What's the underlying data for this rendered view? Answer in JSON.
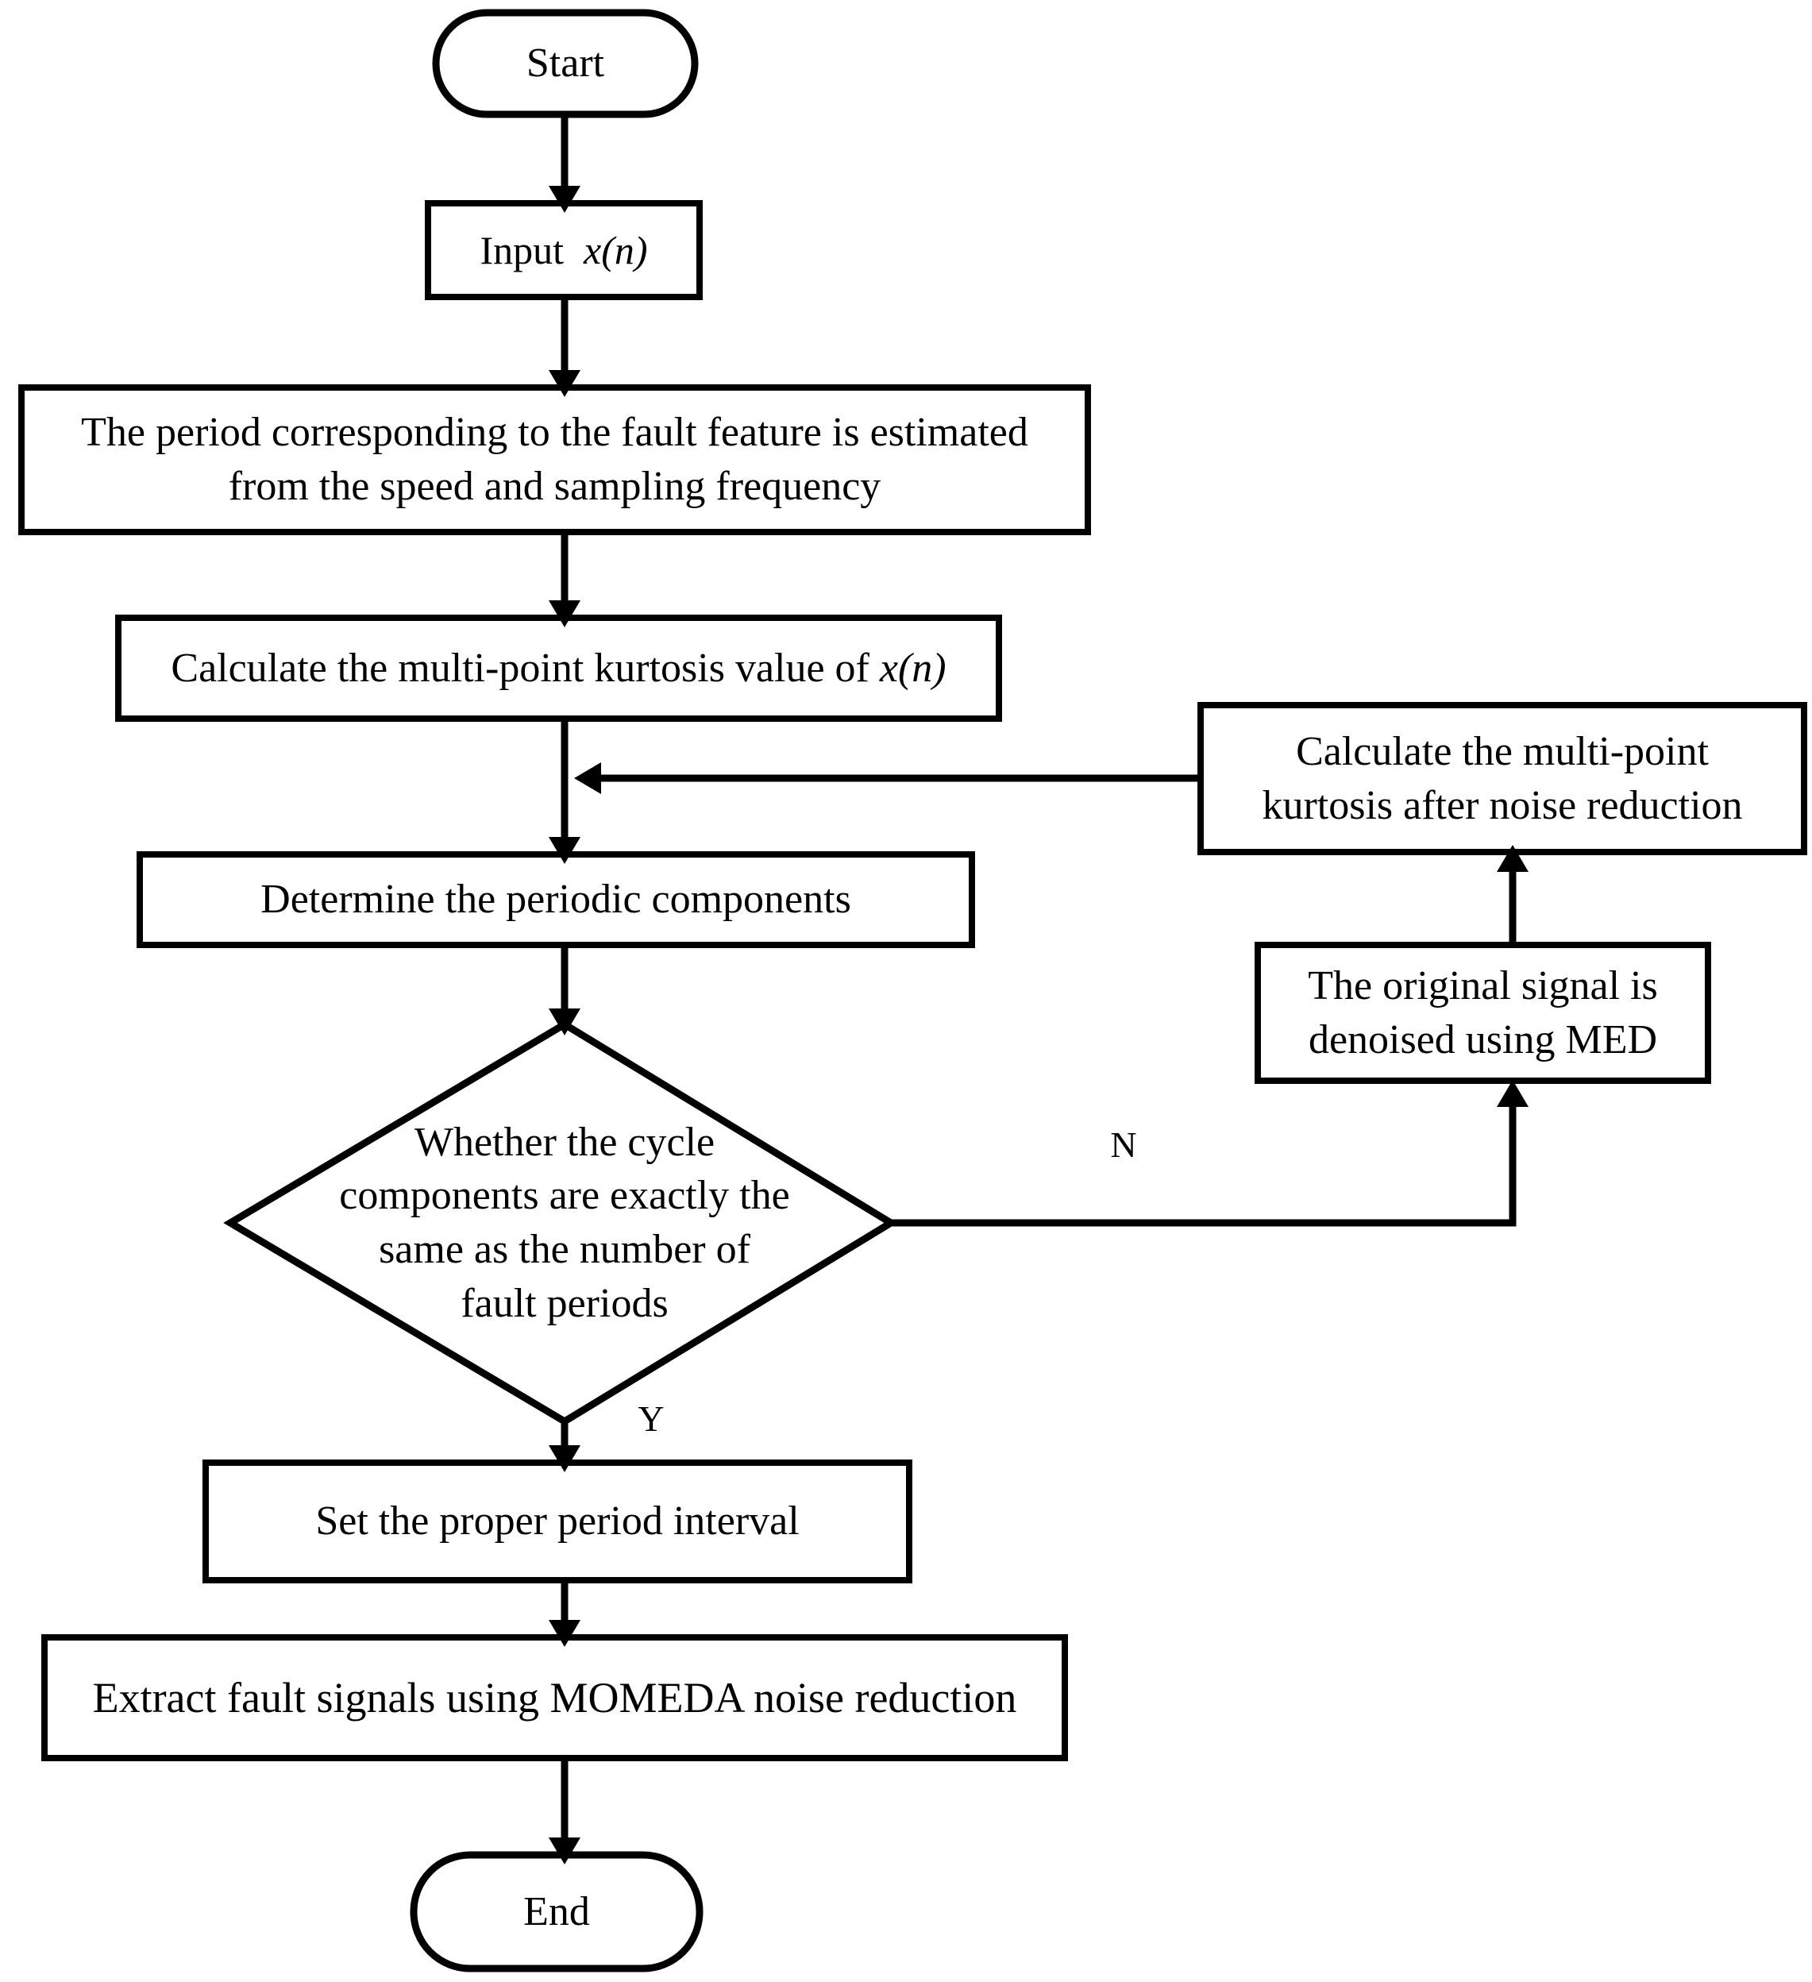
{
  "diagram": {
    "title": "MOMEDA fault feature extraction flowchart",
    "background_color": "#ffffff",
    "line_color": "#000000",
    "nodes": {
      "start": {
        "label": "Start",
        "shape": "stadium"
      },
      "input": {
        "label_prefix": "Input",
        "label_var": "x(n)",
        "shape": "rectangle"
      },
      "estimate_period": {
        "line1": "The period corresponding to the fault   feature is estimated",
        "line2": "from the speed and sampling frequency",
        "shape": "rectangle"
      },
      "calc_kurtosis": {
        "label_prefix": "Calculate the multi-point kurtosis value of",
        "label_var": "x(n)",
        "shape": "rectangle"
      },
      "determine_periodic": {
        "label": "Determine the periodic components",
        "shape": "rectangle"
      },
      "decision": {
        "line1": "Whether the cycle",
        "line2": "components are exactly the",
        "line3": "same as the number of",
        "line4": "fault periods",
        "shape": "diamond"
      },
      "calc_kurtosis_after": {
        "line1": "Calculate the multi-point",
        "line2": "kurtosis after noise reduction",
        "shape": "rectangle"
      },
      "denoise_med": {
        "line1": "The original signal is",
        "line2": "denoised using MED",
        "shape": "rectangle"
      },
      "set_interval": {
        "label": "Set the proper period interval",
        "shape": "rectangle"
      },
      "extract_momeda": {
        "label": "Extract fault signals using MOMEDA noise reduction",
        "shape": "rectangle"
      },
      "end": {
        "label": "End",
        "shape": "stadium"
      }
    },
    "edge_labels": {
      "no_branch": "N",
      "yes_branch": "Y"
    }
  }
}
